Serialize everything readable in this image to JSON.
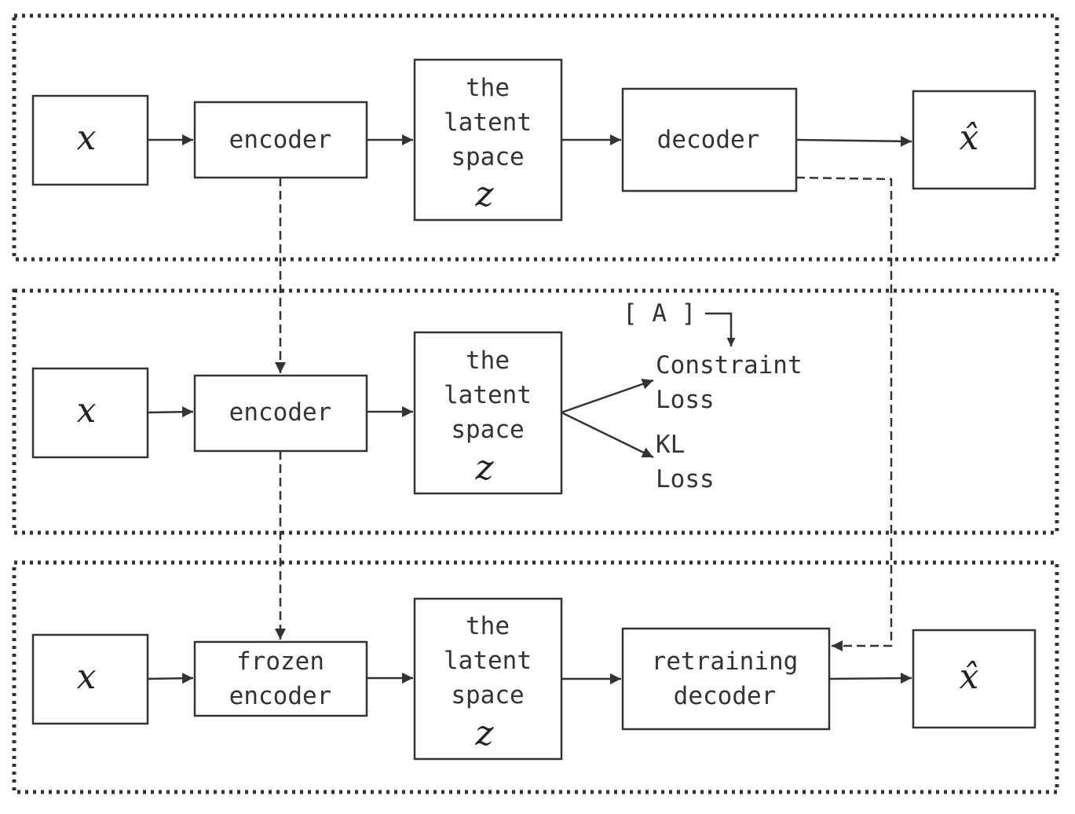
{
  "rows": {
    "top": {
      "input": "x",
      "encoder": [
        "encoder"
      ],
      "latent": [
        "the",
        "latent",
        "space"
      ],
      "latent_symbol": "z",
      "decoder": [
        "decoder"
      ],
      "output": "x̂"
    },
    "middle": {
      "input": "x",
      "encoder": [
        "encoder"
      ],
      "latent": [
        "the",
        "latent",
        "space"
      ],
      "latent_symbol": "z",
      "annotation": "[ A ]",
      "constraint_loss": [
        "Constraint",
        "Loss"
      ],
      "kl_loss": [
        "KL",
        "Loss"
      ]
    },
    "bottom": {
      "input": "x",
      "encoder": [
        "frozen",
        "encoder"
      ],
      "latent": [
        "the",
        "latent",
        "space"
      ],
      "latent_symbol": "z",
      "decoder": [
        "retraining",
        "decoder"
      ],
      "output": "x̂"
    }
  }
}
